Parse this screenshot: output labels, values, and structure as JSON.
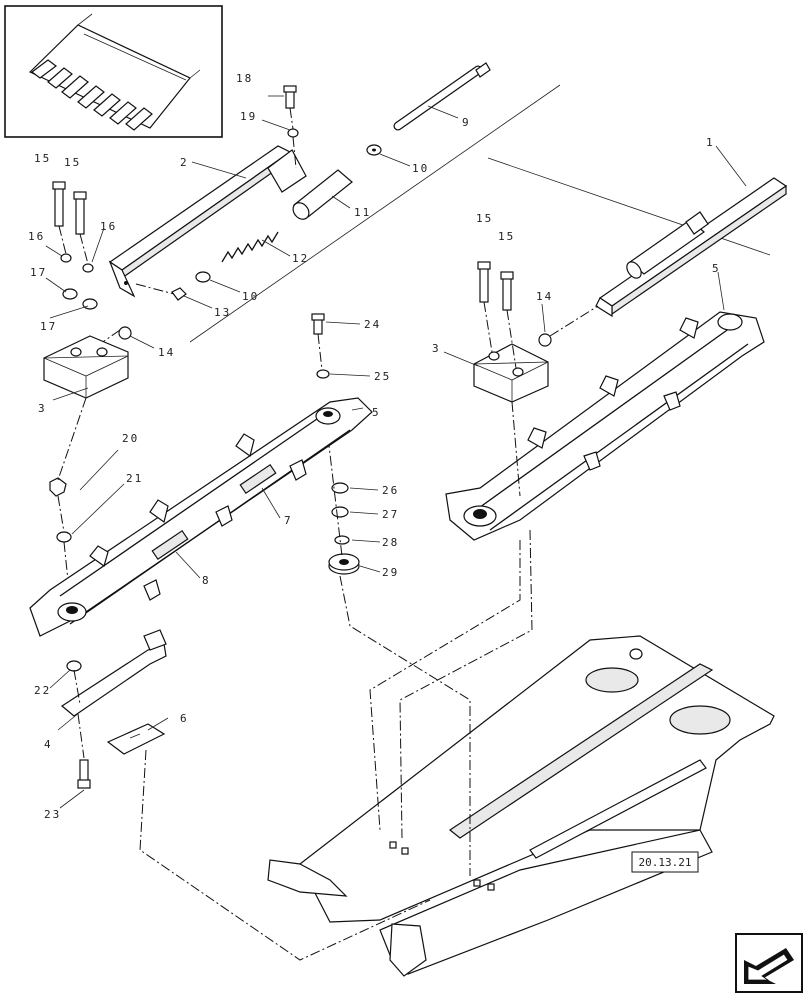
{
  "reference_code": "20.13.21",
  "callouts": [
    {
      "id": "c1",
      "text": "1"
    },
    {
      "id": "c2",
      "text": "2"
    },
    {
      "id": "c3a",
      "text": "3"
    },
    {
      "id": "c3b",
      "text": "3"
    },
    {
      "id": "c4",
      "text": "4"
    },
    {
      "id": "c5a",
      "text": "5"
    },
    {
      "id": "c5b",
      "text": "5"
    },
    {
      "id": "c6",
      "text": "6"
    },
    {
      "id": "c7",
      "text": "7"
    },
    {
      "id": "c8",
      "text": "8"
    },
    {
      "id": "c9",
      "text": "9"
    },
    {
      "id": "c10a",
      "text": "10"
    },
    {
      "id": "c10b",
      "text": "10"
    },
    {
      "id": "c11",
      "text": "11"
    },
    {
      "id": "c12",
      "text": "12"
    },
    {
      "id": "c13",
      "text": "13"
    },
    {
      "id": "c14a",
      "text": "14"
    },
    {
      "id": "c14b",
      "text": "14"
    },
    {
      "id": "c15a",
      "text": "15"
    },
    {
      "id": "c15b",
      "text": "15"
    },
    {
      "id": "c15c",
      "text": "15"
    },
    {
      "id": "c15d",
      "text": "15"
    },
    {
      "id": "c16a",
      "text": "16"
    },
    {
      "id": "c16b",
      "text": "16"
    },
    {
      "id": "c17a",
      "text": "17"
    },
    {
      "id": "c17b",
      "text": "17"
    },
    {
      "id": "c18",
      "text": "18"
    },
    {
      "id": "c19",
      "text": "19"
    },
    {
      "id": "c20",
      "text": "20"
    },
    {
      "id": "c21",
      "text": "21"
    },
    {
      "id": "c22",
      "text": "22"
    },
    {
      "id": "c23",
      "text": "23"
    },
    {
      "id": "c24",
      "text": "24"
    },
    {
      "id": "c25",
      "text": "25"
    },
    {
      "id": "c26",
      "text": "26"
    },
    {
      "id": "c27",
      "text": "27"
    },
    {
      "id": "c28",
      "text": "28"
    },
    {
      "id": "c29",
      "text": "29"
    }
  ],
  "icons": {
    "thumbnail": "header-thumbnail-icon",
    "navigation": "next-page-arrow-icon"
  }
}
